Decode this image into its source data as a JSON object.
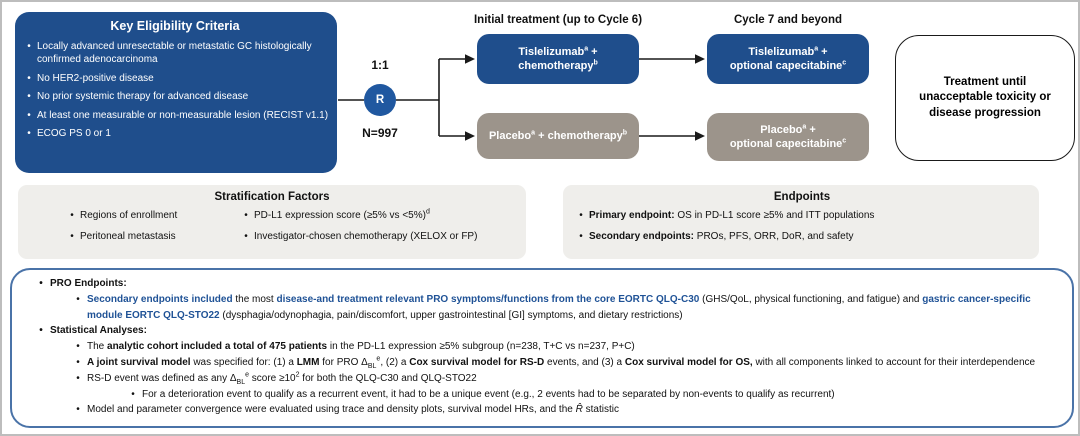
{
  "colors": {
    "navy_box": "#1F4E8C",
    "gray_arm_box": "#9C948B",
    "light_gray_band": "#EFEEEB",
    "notes_border_blue": "#4A73A8",
    "blue_emphasis_text": "#1F5296"
  },
  "eligibility": {
    "title": "Key Eligibility Criteria",
    "items": [
      "Locally advanced unresectable or metastatic GC histologically confirmed adenocarcinoma",
      "No HER2-positive disease",
      "No prior systemic therapy for advanced disease",
      "At least one measurable or non-measurable lesion (RECIST v1.1)",
      "ECOG PS 0 or 1"
    ]
  },
  "randomization": {
    "ratio": "1:1",
    "r": "R",
    "n": "N=997"
  },
  "headers": {
    "initial": "Initial treatment (up to Cycle 6)",
    "cycle7": "Cycle 7 and beyond"
  },
  "arms": {
    "initial_active": {
      "drug": "Tislelizumab",
      "drug_sup": "a",
      "plus": " +",
      "second": "chemotherapy",
      "second_sup": "b"
    },
    "initial_control": {
      "drug": "Placebo",
      "drug_sup": "a",
      "plus": " + ",
      "second": "chemotherapy",
      "second_sup": "b"
    },
    "cycle7_active": {
      "drug": "Tislelizumab",
      "drug_sup": "a",
      "plus": " +",
      "second": "optional capecitabine",
      "second_sup": "c"
    },
    "cycle7_control": {
      "drug": "Placebo",
      "drug_sup": "a",
      "plus": " +",
      "second": "optional capecitabine",
      "second_sup": "c"
    }
  },
  "continuation": {
    "text": "Treatment until unacceptable toxicity or disease progression"
  },
  "stratification": {
    "title": "Stratification Factors",
    "col1": [
      "Regions of enrollment",
      "Peritoneal metastasis"
    ],
    "col2_item1": "PD-L1 expression score (≥5% vs <5%)",
    "col2_item1_sup": "d",
    "col2_item2": "Investigator-chosen chemotherapy (XELOX or FP)"
  },
  "endpoints": {
    "title": "Endpoints",
    "primary_label": "Primary endpoint:",
    "primary_text": " OS in PD-L1 score ≥5% and ITT populations",
    "secondary_label": "Secondary endpoints:",
    "secondary_text": " PROs, PFS, ORR, DoR, and safety"
  },
  "notes": {
    "pro_header": "PRO Endpoints:",
    "pro": {
      "s1": "Secondary endpoints included",
      "s2": " the most ",
      "s3": "disease-and treatment relevant PRO symptoms/functions from the core EORTC QLQ-C30",
      "s4": " (GHS/QoL, physical functioning, and fatigue) and ",
      "s5": "gastric cancer-specific module EORTC QLQ-STO22",
      "s6": " (dysphagia/odynophagia, pain/discomfort, upper gastrointestinal [GI] symptoms, and dietary restrictions)"
    },
    "stats_header": "Statistical Analyses:",
    "stat1": {
      "s1": "The ",
      "s2": "analytic cohort included a total of 475 patients",
      "s3": " in the PD-L1 expression ≥5% subgroup (n=238, T+C vs n=237, P+C)"
    },
    "stat2": {
      "s1": "A joint survival model",
      "s2": " was specified for: (1) a ",
      "s3": "LMM",
      "s4": " for PRO Δ",
      "sub": "BL",
      "sup": "e",
      "s5": ", (2) a ",
      "s6": "Cox survival model for RS-D",
      "s7": " events, and (3) a ",
      "s8": "Cox survival model for OS,",
      "s9": " with all components linked to account for their interdependence"
    },
    "stat3": {
      "s1": "RS-D event was defined as any Δ",
      "sub": "BL",
      "sup1": "e",
      "s2": " score ≥10",
      "sup2": "2",
      "s3": " for both the QLQ-C30 and QLQ-STO22"
    },
    "stat3_sub": "For a deterioration event to qualify as a recurrent event, it had to be a unique event (e.g., 2 events had to be separated by non-events to qualify as recurrent)",
    "stat4": {
      "s1": "Model and parameter convergence were evaluated using trace and density plots, survival model HRs, and the ",
      "rhat": "R̂",
      "s2": " statistic"
    },
    "bullet": "•"
  }
}
